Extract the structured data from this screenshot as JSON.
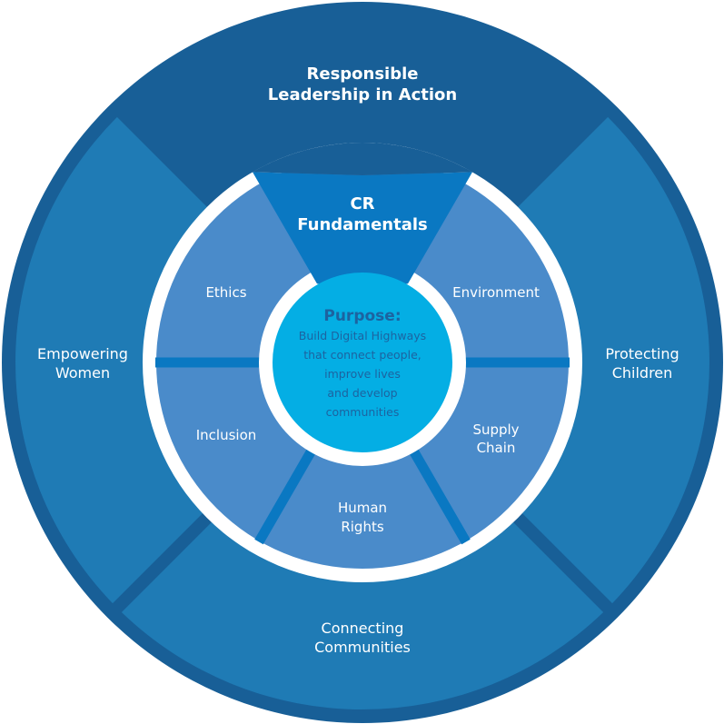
{
  "diagram": {
    "top_section": {
      "lines": [
        "Responsible",
        "Leadership in Action"
      ]
    },
    "outer_segments": [
      {
        "id": "left",
        "lines": [
          "Empowering",
          "Women"
        ]
      },
      {
        "id": "right",
        "lines": [
          "Protecting",
          "Children"
        ]
      },
      {
        "id": "bottom",
        "lines": [
          "Connecting",
          "Communities"
        ]
      }
    ],
    "core_wedge": {
      "lines": [
        "CR",
        "Fundamentals"
      ]
    },
    "inner_segments": [
      {
        "id": "ethics",
        "lines": [
          "Ethics"
        ]
      },
      {
        "id": "environment",
        "lines": [
          "Environment"
        ]
      },
      {
        "id": "inclusion",
        "lines": [
          "Inclusion"
        ]
      },
      {
        "id": "supply-chain",
        "lines": [
          "Supply",
          "Chain"
        ]
      },
      {
        "id": "human-rights",
        "lines": [
          "Human",
          "Rights"
        ]
      }
    ],
    "purpose": {
      "title": "Purpose:",
      "lines": [
        "Build Digital Highways",
        "that connect people,",
        "improve lives",
        "and develop",
        "communities"
      ]
    }
  },
  "colors": {
    "outer_dark": "#185f97",
    "outer_segment": "#1f7bb5",
    "ring_white": "#ffffff",
    "inner_segment": "#4a8bca",
    "core_wedge": "#0a78c2",
    "inner_divider": "#0a78c2",
    "purpose_fill": "#04aee4",
    "purpose_text": "#1d63a0"
  }
}
